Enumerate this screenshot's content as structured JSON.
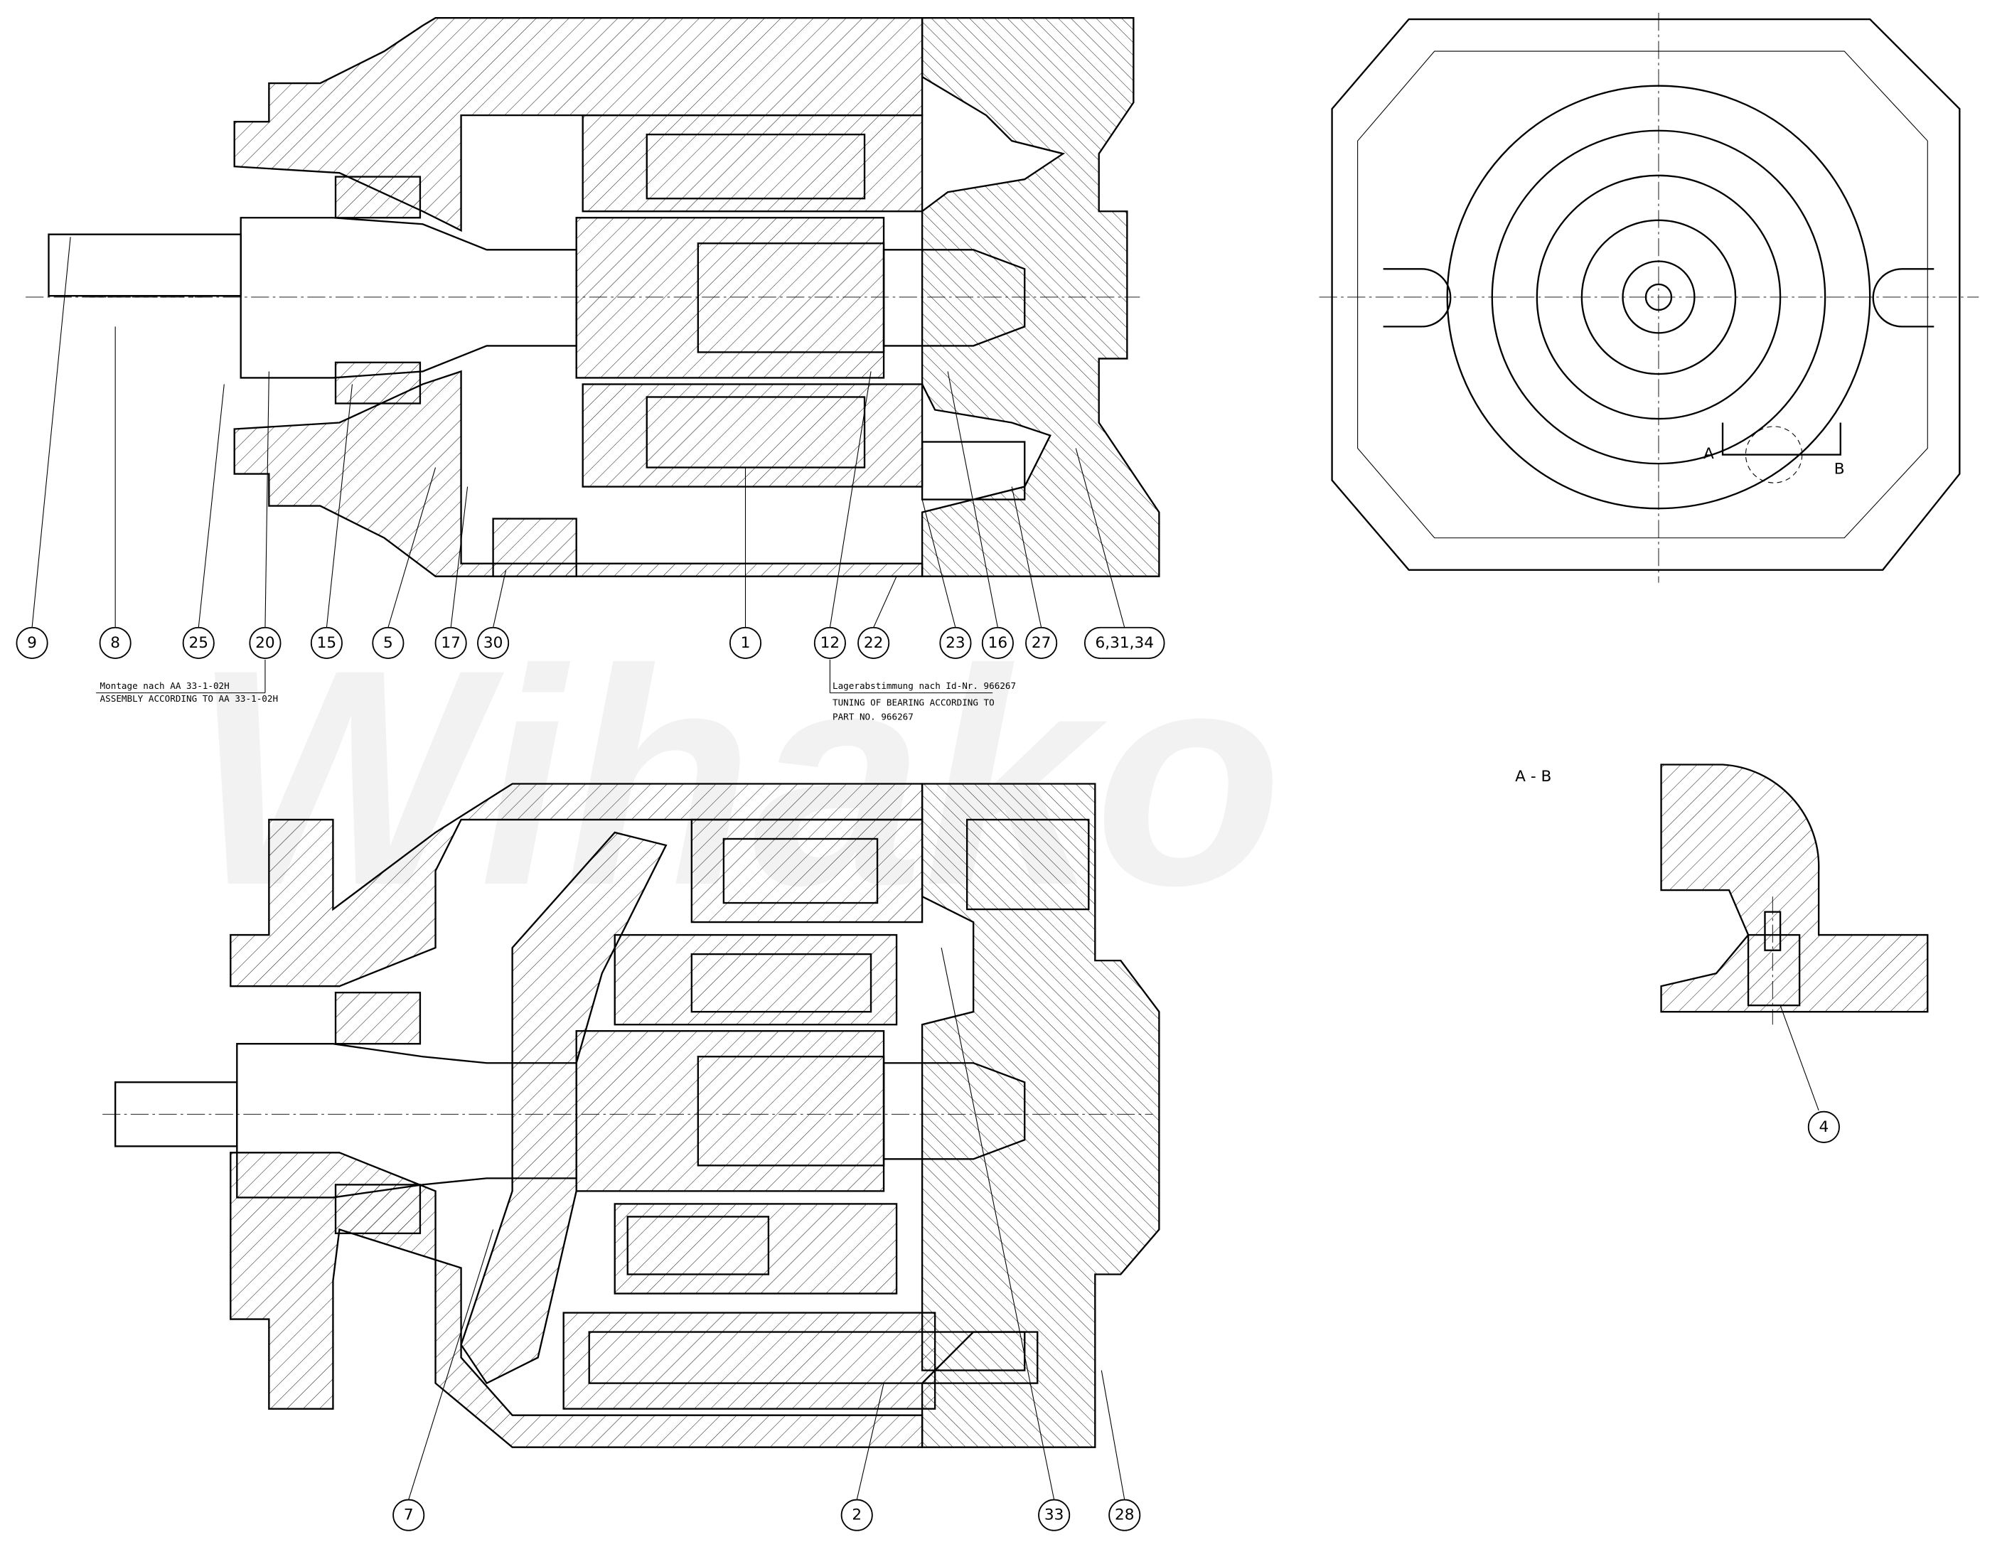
{
  "watermark": "Wihako",
  "notes": {
    "assembly_de": "Montage nach AA 33-1-02H",
    "assembly_en": "ASSEMBLY ACCORDING TO AA 33-1-02H",
    "bearing_de": "Lagerabstimmung nach Id-Nr. 966267",
    "bearing_en_1": "TUNING OF BEARING ACCORDING TO",
    "bearing_en_2": "PART NO. 966267"
  },
  "section": {
    "title": "A - B",
    "marker_a": "A",
    "marker_b": "B"
  },
  "balloons_top": [
    "9",
    "8",
    "25",
    "20",
    "15",
    "5",
    "17",
    "30",
    "1",
    "12",
    "22",
    "23",
    "16",
    "27",
    "6,31,34"
  ],
  "balloons_bottom": [
    "7",
    "2",
    "33",
    "28"
  ],
  "balloon_detail": "4"
}
